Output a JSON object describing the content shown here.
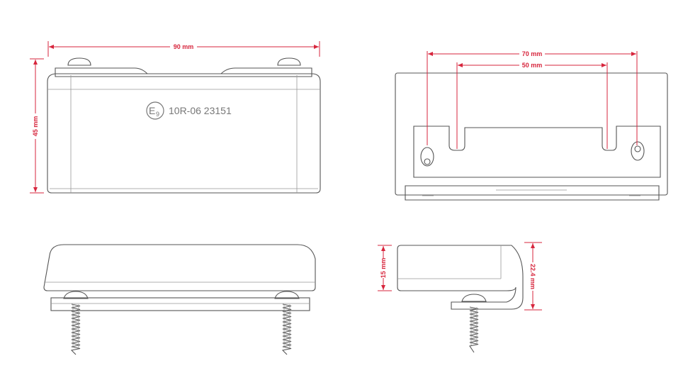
{
  "dimensions": {
    "width": "90 mm",
    "height": "45 mm",
    "hole_spacing_outer": "70 mm",
    "hole_spacing_inner": "50 mm",
    "body_depth": "15 mm",
    "total_depth": "22.4 mm"
  },
  "marking": {
    "logo_letter": "E",
    "logo_number": "9",
    "approval_code": "10R-06 23151"
  },
  "colors": {
    "dimension": "#d7263d",
    "outline": "#555555"
  }
}
